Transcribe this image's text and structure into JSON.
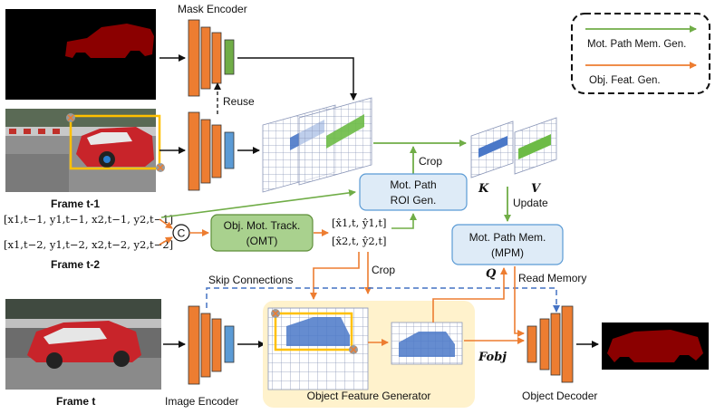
{
  "colors": {
    "orange": "#ED7D31",
    "green": "#70AD47",
    "blue": "#5B9BD5",
    "box_blue_fill": "#DEEBF7",
    "box_blue_stroke": "#5B9BD5",
    "omt_green_fill": "#A9D18E",
    "ofg_yellow": "#FFF2CC",
    "mask_red": "#8B0000",
    "dashed_blue": "#4472C4",
    "bbox_yellow": "#FFC000"
  },
  "labels": {
    "mask_encoder": "Mask Encoder",
    "reuse": "Reuse",
    "frame_t1": "Frame t-1",
    "frame_t2": "Frame t-2",
    "frame_t": "Frame t",
    "coords_t1": "[x1,t−1, y1,t−1, x2,t−1, y2,t−1]",
    "coords_t2": "[x1,t−2, y1,t−2, x2,t−2, y2,t−2]",
    "concat_symbol": "C",
    "omt_line1": "Obj. Mot. Track.",
    "omt_line2": "(OMT)",
    "pred1": "[x̂1,t, ŷ1,t]",
    "pred2": "[x̂2,t, ŷ2,t]",
    "roi_line1": "Mot. Path",
    "roi_line2": "ROI Gen.",
    "crop_top": "Crop",
    "crop_mid": "Crop",
    "k_label": "K",
    "v_label": "V",
    "update": "Update",
    "mpm_line1": "Mot. Path Mem.",
    "mpm_line2": "(MPM)",
    "q_label": "Q",
    "read_memory": "Read Memory",
    "skip_connections": "Skip Connections",
    "image_encoder": "Image Encoder",
    "ofg": "Object Feature Generator",
    "fobj": "Fobj",
    "object_decoder": "Object Decoder"
  },
  "legend": {
    "green_entry": "Mot. Path Mem. Gen.",
    "orange_entry": "Obj. Feat. Gen."
  }
}
